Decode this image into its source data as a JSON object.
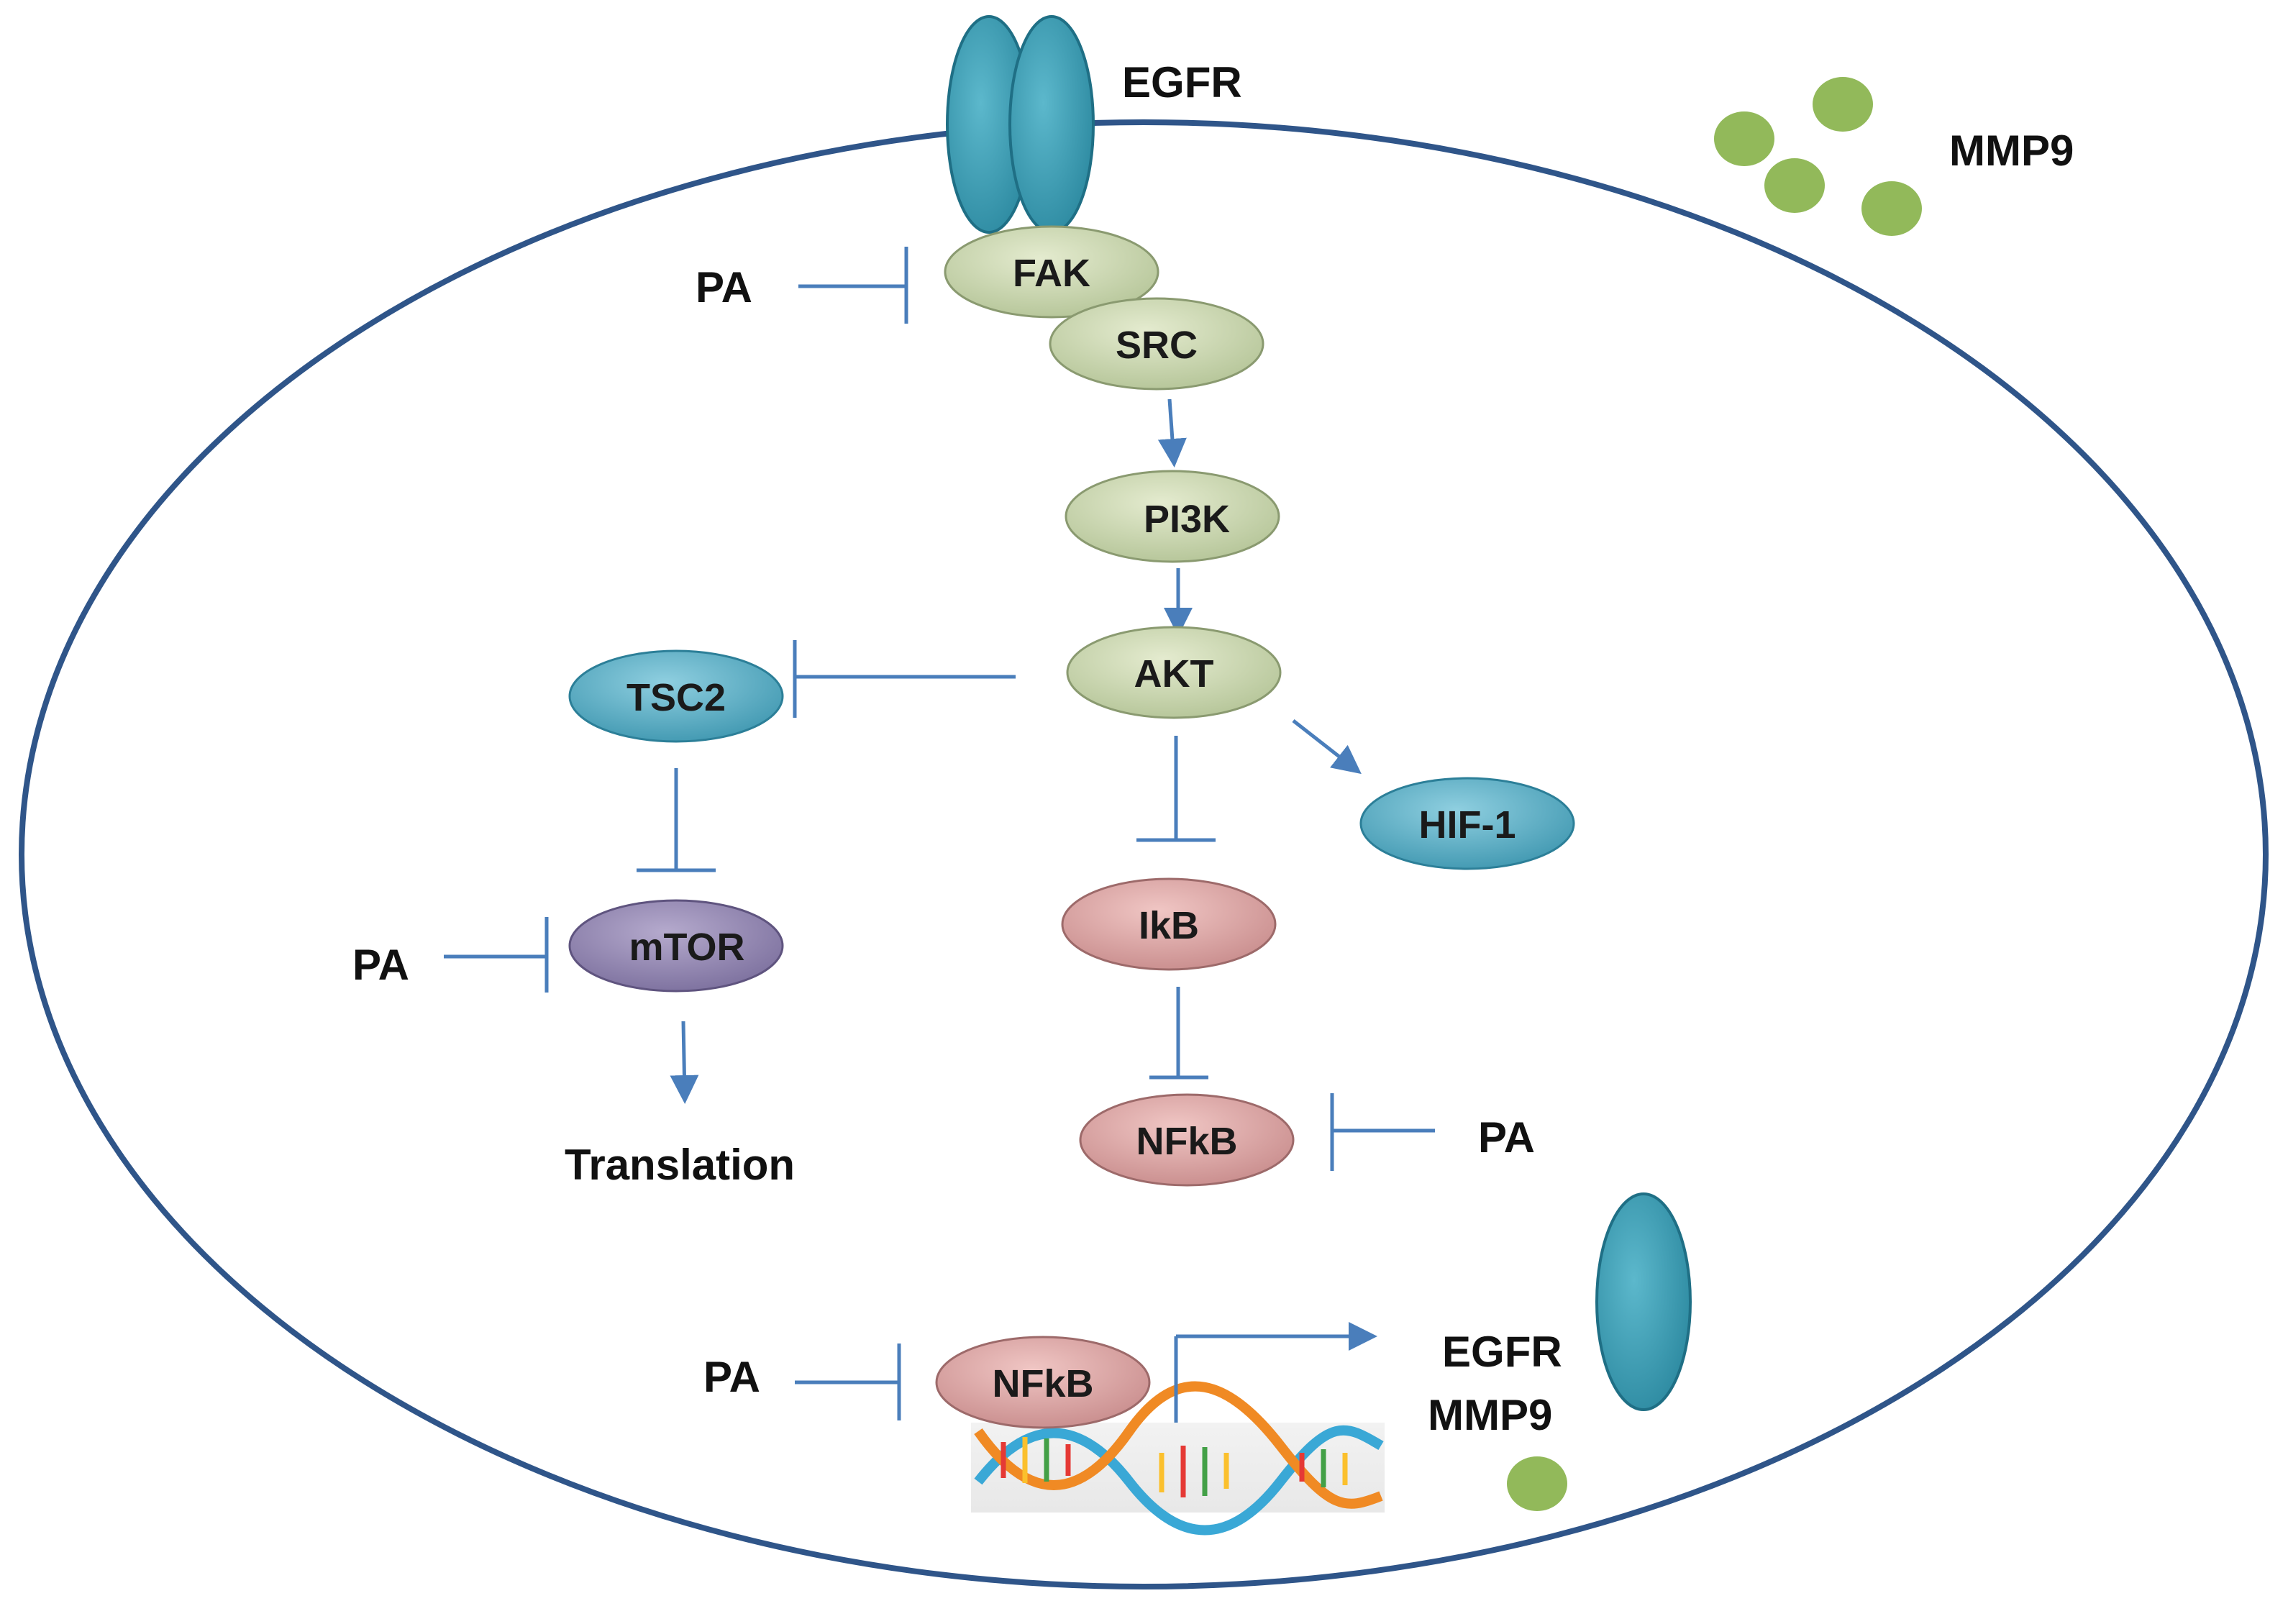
{
  "colors": {
    "membrane": "#2f5589",
    "pathway_line": "#4a7ebb",
    "receptor": "#3a9bb2",
    "green_node": "#c8d4ad",
    "blue_node": "#5aaec4",
    "purple_node": "#8e83ad",
    "pink_node": "#d8a0a0",
    "mmp9_dot": "#92b95a"
  },
  "labels": {
    "egfr_top": "EGFR",
    "mmp9_top": "MMP9",
    "pa_fak": "PA",
    "pa_mtor": "PA",
    "pa_nfkb": "PA",
    "pa_nucleus": "PA",
    "translation": "Translation",
    "egfr_bottom": "EGFR",
    "mmp9_bottom": "MMP9"
  },
  "nodes": {
    "fak": "FAK",
    "src": "SRC",
    "pi3k": "PI3K",
    "akt": "AKT",
    "tsc2": "TSC2",
    "hif1": "HIF-1",
    "mtor": "mTOR",
    "ikb": "IkB",
    "nfkb": "NFkB",
    "nfkb_nucleus": "NFkB"
  },
  "icons": {
    "receptor": "egfr-receptor-icon",
    "dna": "dna-helix-icon",
    "mmp9": "mmp9-protein-icon"
  }
}
